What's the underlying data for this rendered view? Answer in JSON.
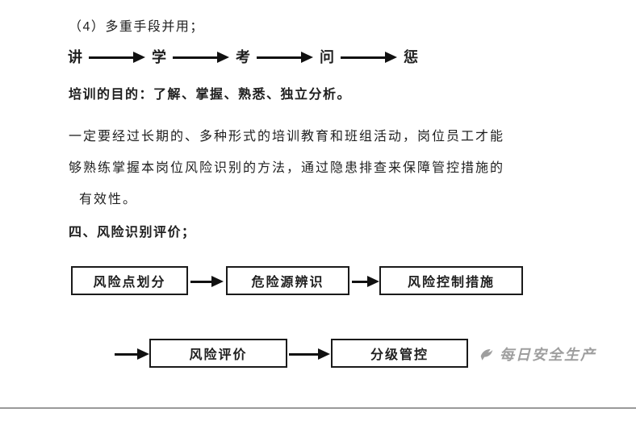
{
  "document": {
    "intro_line": "（4）多重手段并用；",
    "method_chain": [
      "讲",
      "学",
      "考",
      "问",
      "惩"
    ],
    "purpose_line": "培训的目的：了解、掌握、熟悉、独立分析。",
    "paragraph_lines": [
      "一定要经过长期的、多种形式的培训教育和班组活动，岗位员工才能",
      "够熟练掌握本岗位风险识别的方法，通过隐患排查来保障管控措施的",
      "有效性。"
    ],
    "section_heading": "四、风险识别评价；",
    "flow_row1": [
      "风险点划分",
      "危险源辨识",
      "风险控制措施"
    ],
    "flow_row2": [
      "风险评价",
      "分级管控"
    ],
    "watermark": {
      "icon": "hand-logo-icon",
      "text": "每日安全生产"
    },
    "colors": {
      "text": "#1f1f1f",
      "box_border": "#1a1a1a",
      "watermark": "#9e9e9e",
      "bottom_rule": "#9a9a9a"
    }
  }
}
